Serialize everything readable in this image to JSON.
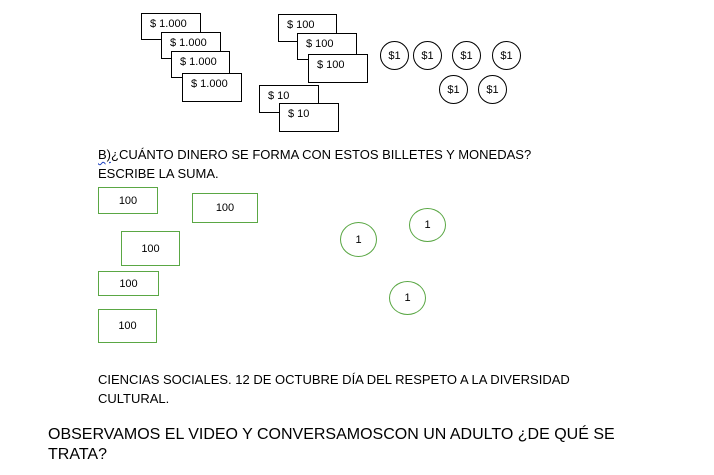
{
  "bills_thousand": [
    "$ 1.000",
    "$ 1.000",
    "$ 1.000",
    "$ 1.000"
  ],
  "bills_hundred": [
    "$ 100",
    "$ 100",
    "$ 100"
  ],
  "bills_ten": [
    "$ 10",
    "$ 10"
  ],
  "coins_one_dollar": [
    "$1",
    "$1",
    "$1",
    "$1",
    "$1",
    "$1"
  ],
  "question": {
    "prefix": "B)",
    "text": "¿CUÁNTO DINERO SE FORMA CON ESTOS BILLETES Y MONEDAS?ESCRIBE LA SUMA."
  },
  "answer_boxes": [
    "100",
    "100",
    "100",
    "100",
    "100"
  ],
  "answer_coins": [
    "1",
    "1",
    "1"
  ],
  "social_text": "CIENCIAS SOCIALES.  12 DE OCTUBRE DÍA DEL RESPETO A LA DIVERSIDAD CULTURAL.",
  "instruction": "OBSERVAMOS EL VIDEO Y CONVERSAMOSCON UN ADULTO ¿DE QUÉ SE TRATA?",
  "colors": {
    "green_outline": "#5aa744",
    "squiggle": "#1a3fbf"
  }
}
